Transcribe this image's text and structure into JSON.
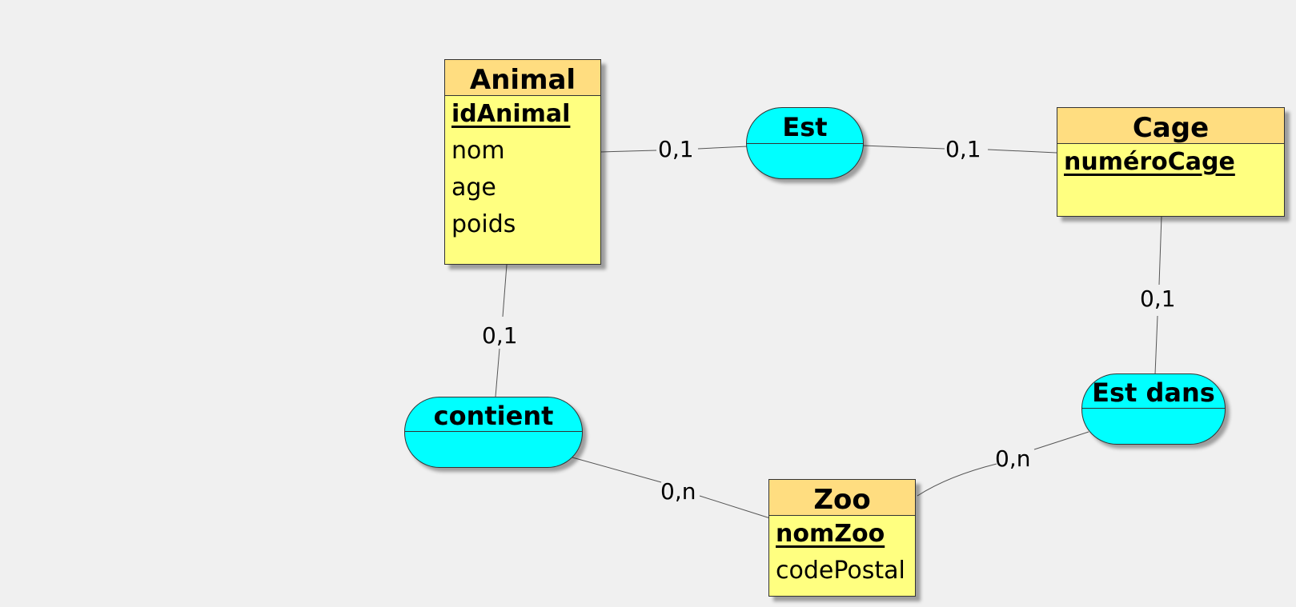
{
  "entities": {
    "animal": {
      "title": "Animal",
      "key": "idAnimal",
      "attributes": [
        "nom",
        "age",
        "poids"
      ]
    },
    "cage": {
      "title": "Cage",
      "key": "numéroCage",
      "attributes": []
    },
    "zoo": {
      "title": "Zoo",
      "key": "nomZoo",
      "attributes": [
        "codePostal"
      ]
    }
  },
  "associations": {
    "est": "Est",
    "est_dans": "Est dans",
    "contient": "contient"
  },
  "cardinalities": {
    "animal_est": "0,1",
    "cage_est": "0,1",
    "cage_est_dans": "0,1",
    "animal_contient": "0,1",
    "zoo_contient": "0,n",
    "zoo_est_dans": "0,n"
  },
  "colors": {
    "entity_body": "#ffff80",
    "entity_header": "#ffdd80",
    "association": "#00ffff",
    "background": "#f0f0f0"
  }
}
